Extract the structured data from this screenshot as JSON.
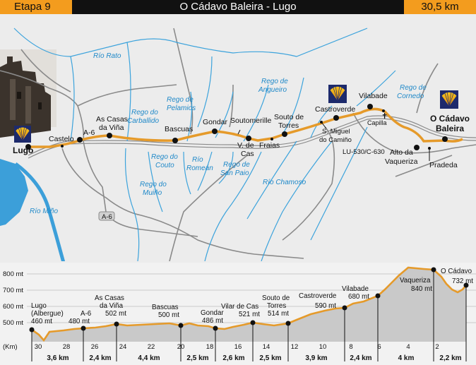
{
  "header": {
    "stage": "Etapa 9",
    "title": "O Cádavo Baleira - Lugo",
    "distance": "30,5 km"
  },
  "colors": {
    "route": "#e59a2a",
    "river": "#3ca3dc",
    "road": "#8a8a8a",
    "header": "#f39c1e",
    "water": "#3c9fd9"
  },
  "icons": [
    "scallop-shell-icon",
    "castle-image",
    "chapel-cross-icon"
  ],
  "map": {
    "places": {
      "lugo": "Lugo",
      "castelo": "Castelo",
      "a6_1": "A-6",
      "as_casas_1": "As Casas",
      "as_casas_2": "da Viña",
      "bascuas": "Bascuas",
      "gondar": "Gondar",
      "soutomerille": "Soutomerille",
      "vdecas_1": "V. de",
      "vdecas_2": "Cas",
      "fraias": "Fraias",
      "souto_1": "Souto de",
      "souto_2": "Torres",
      "castroverde": "Castroverde",
      "smiguel_1": "S. Miguel",
      "smiguel_2": "do Camiño",
      "vilabade": "Vilabade",
      "capilla": "Capilla",
      "cadavo_1": "O Cádavo",
      "cadavo_2": "Baleira",
      "lu530": "LU-530/C-630",
      "altovaq_1": "Alto da",
      "altovaq_2": "Vaqueriza",
      "pradeda": "Pradeda",
      "a6_2": "A-6"
    },
    "rivers": {
      "rio_rato": "Río Rato",
      "rego_carballido_1": "Rego do",
      "rego_carballido_2": "Carballido",
      "rego_pelamios_1": "Rego de",
      "rego_pelamios_2": "Pelamios",
      "rego_couto_1": "Rego do",
      "rego_couto_2": "Couto",
      "rio_romean_1": "Río",
      "rio_romean_2": "Romeán",
      "rego_muino_1": "Rego do",
      "rego_muino_2": "Muiño",
      "rego_sanpaio_1": "Rego de",
      "rego_sanpaio_2": "San Paio",
      "rego_angueiro_1": "Rego de",
      "rego_angueiro_2": "Angueiro",
      "rego_cornedo_1": "Rego de",
      "rego_cornedo_2": "Cornedo",
      "rio_chamoso": "Río Chamoso",
      "rio_mino": "Río Miño"
    }
  },
  "profile": {
    "y_ticks": [
      "800 mt",
      "700 mt",
      "600 mt",
      "500 mt"
    ],
    "km_label": "(Km)",
    "x_ticks": [
      "30",
      "28",
      "26",
      "24",
      "22",
      "20",
      "18",
      "16",
      "14",
      "12",
      "10",
      "8",
      "6",
      "4",
      "2"
    ],
    "segments": [
      "3,6 km",
      "2,4 km",
      "4,4 km",
      "2,5 km",
      "2,6 km",
      "2,5 km",
      "3,9 km",
      "2,4 km",
      "4 km",
      "2,2 km"
    ],
    "points": [
      {
        "name": [
          "Lugo",
          "(Albergue)"
        ],
        "elev": "460 mt"
      },
      {
        "name": [
          "A-6"
        ],
        "elev": "480 mt"
      },
      {
        "name": [
          "As Casas",
          "da Viña"
        ],
        "elev": "502 mt"
      },
      {
        "name": [
          "Bascuas"
        ],
        "elev": "500 mt"
      },
      {
        "name": [
          "Gondar"
        ],
        "elev": "486 mt"
      },
      {
        "name": [
          "Vilar de Cas"
        ],
        "elev": "521 mt"
      },
      {
        "name": [
          "Souto de",
          "Torres"
        ],
        "elev": "514 mt"
      },
      {
        "name": [
          "Castroverde"
        ],
        "elev": "590 mt"
      },
      {
        "name": [
          "Vilabade"
        ],
        "elev": "680 mt"
      },
      {
        "name": [
          "Vaqueriza"
        ],
        "elev": "840 mt"
      },
      {
        "name": [
          "O Cádavo"
        ],
        "elev": "732 mt"
      }
    ]
  }
}
